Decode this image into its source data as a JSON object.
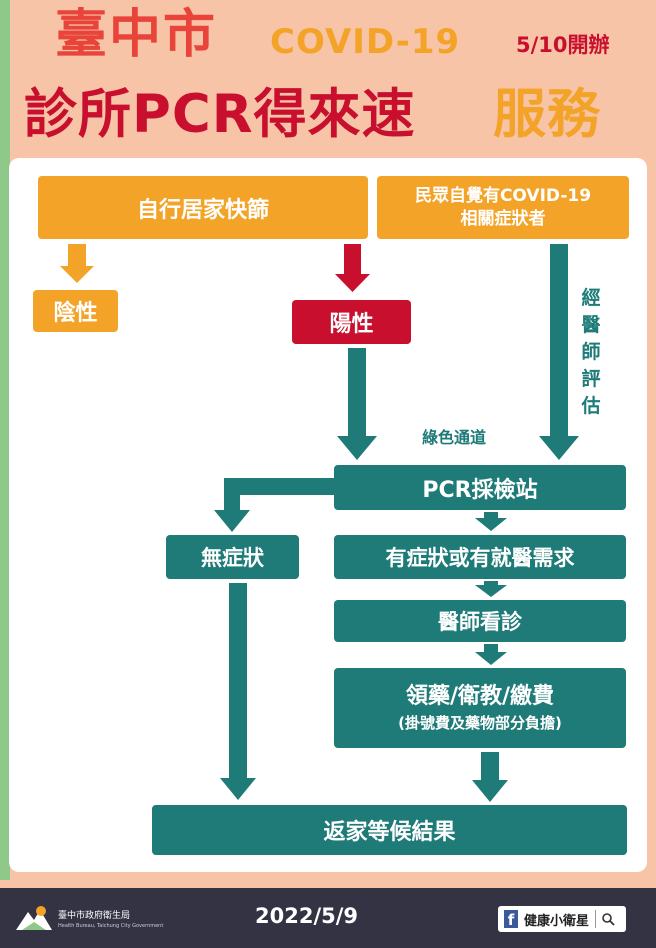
{
  "header": {
    "city": "臺中市",
    "covid": "COVID-19",
    "start_date": "5/10開辦",
    "service_red": "診所PCR得來速",
    "service_orange": "服務"
  },
  "flow": {
    "self_test": "自行居家快篩",
    "symptomatic_line1": "民眾自覺有COVID-19",
    "symptomatic_line2": "相關症狀者",
    "negative": "陰性",
    "positive": "陽性",
    "doctor_eval": "經醫師評估",
    "green_channel": "綠色通道",
    "pcr_station": "PCR採檢站",
    "no_symptoms": "無症狀",
    "needs_care": "有症狀或有就醫需求",
    "doctor_visit": "醫師看診",
    "medication": "領藥/衛教/繳費",
    "medication_note": "(掛號費及藥物部分負擔)",
    "go_home": "返家等候結果"
  },
  "footer": {
    "org": "臺中市政府衛生局",
    "org_en": "Health Bureau, Taichung City Government",
    "date": "2022/5/9",
    "fb_page": "健康小衛星"
  },
  "colors": {
    "background": "#f8c4a8",
    "orange": "#f3a328",
    "red": "#c8102e",
    "teal": "#1e7b78",
    "footer": "#333344"
  }
}
